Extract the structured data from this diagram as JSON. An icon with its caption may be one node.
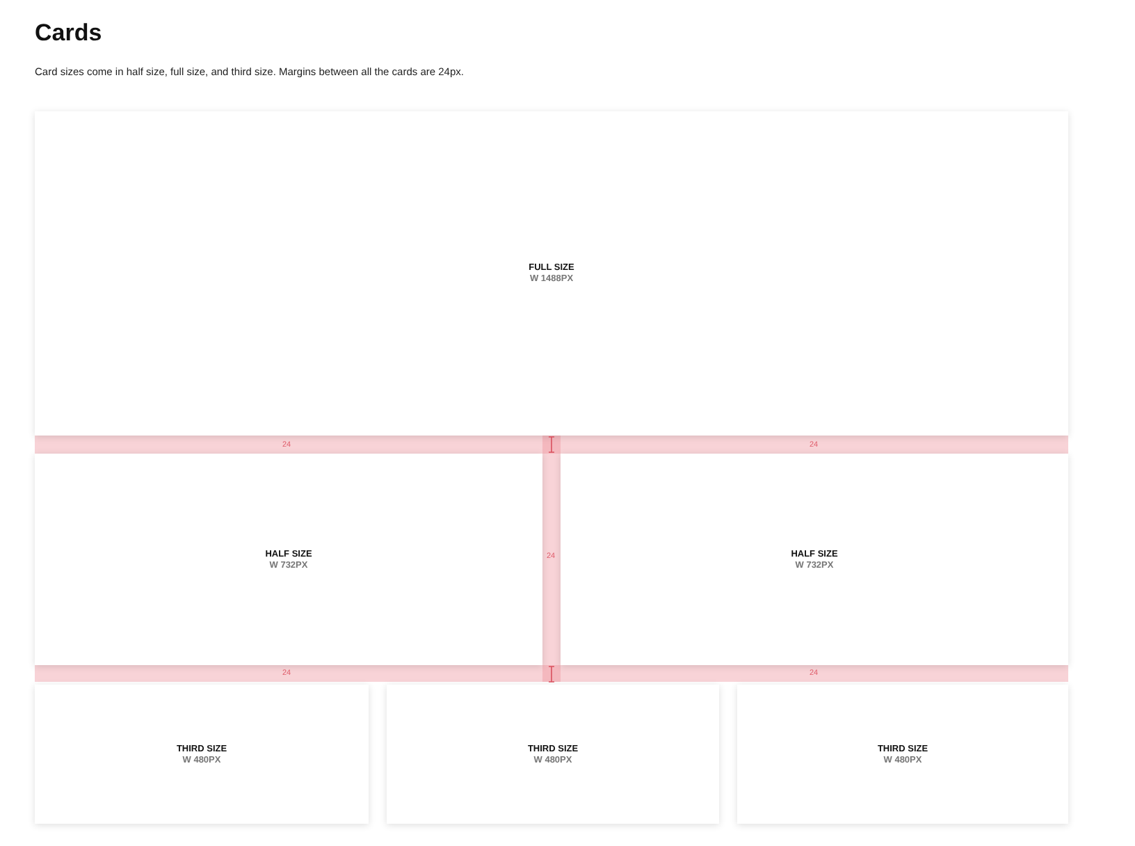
{
  "diagram": {
    "title": "Cards",
    "caption": "Card sizes come in half size, full size, and third size. Margins between all the cards are 24px.",
    "nodes": [
      {
        "text": [
          "FULL SIZE",
          "W 1488PX"
        ]
      },
      {
        "text": [
          "HALF SIZE",
          "W 732PX"
        ]
      },
      {
        "text": [
          "HALF SIZE",
          "W 732PX"
        ]
      },
      {
        "text": [
          "THIRD SIZE",
          "W 480PX"
        ]
      },
      {
        "text": [
          "THIRD SIZE",
          "W 480PX"
        ]
      },
      {
        "text": [
          "THIRD SIZE",
          "W 480PX"
        ]
      }
    ],
    "labels": [
      "24",
      "24",
      "24",
      "24",
      "24"
    ]
  }
}
